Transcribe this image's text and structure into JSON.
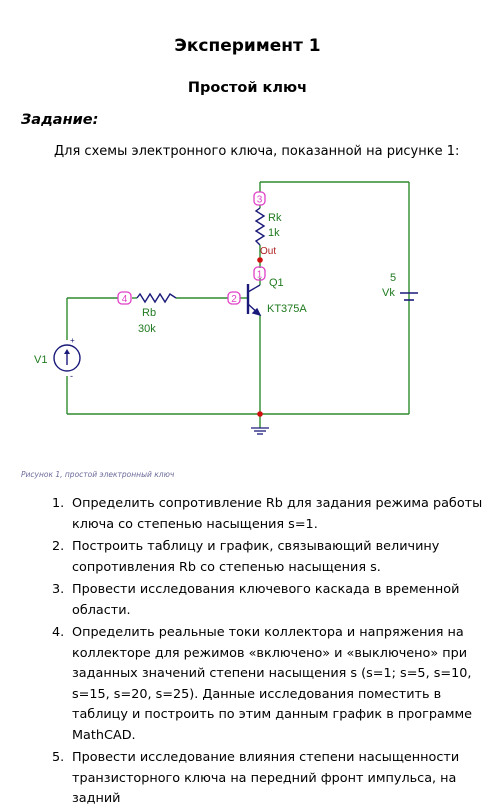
{
  "title": "Эксперимент 1",
  "subtitle": "Простой ключ",
  "task_heading": "Задание:",
  "intro": "Для схемы электронного ключа, показанной на рисунке 1:",
  "schematic": {
    "node_labels": [
      "3",
      "1",
      "2",
      "4"
    ],
    "rk_name": "Rk",
    "rk_value": "1k",
    "out_label": "Out",
    "q_name": "Q1",
    "q_model": "KT375A",
    "rb_name": "Rb",
    "rb_value": "30k",
    "vk_value": "5",
    "vk_name": "Vk",
    "v1_name": "V1",
    "plus": "+",
    "minus": "-",
    "colors": {
      "wire": "#2e8b2e",
      "node": "#e040c8",
      "junction": "#d01010",
      "part": "#1a1a7a",
      "text_green": "#1f7a1f"
    }
  },
  "caption": "Рисунок 1, простой электронный ключ",
  "tasks": [
    {
      "num": "1.",
      "text": "Определить сопротивление Rb для задания режима работы ключа со степенью насыщения s=1."
    },
    {
      "num": "2.",
      "text": "Построить таблицу и график, связывающий величину сопротивления Rb со степенью насыщения s."
    },
    {
      "num": "3.",
      "text": "Провести исследования ключевого каскада в временной области."
    },
    {
      "num": "4.",
      "text": "Определить реальные токи коллектора и напряжения на коллекторе для режимов «включено» и «выключено» при заданных значений степени насыщения s (s=1; s=5, s=10, s=15, s=20, s=25). Данные исследования поместить в таблицу и построить по этим данным график в программе MathCAD."
    },
    {
      "num": "5.",
      "text": "Провести исследование влияния степени насыщенности транзисторного ключа на передний фронт импульса, на задний"
    }
  ]
}
